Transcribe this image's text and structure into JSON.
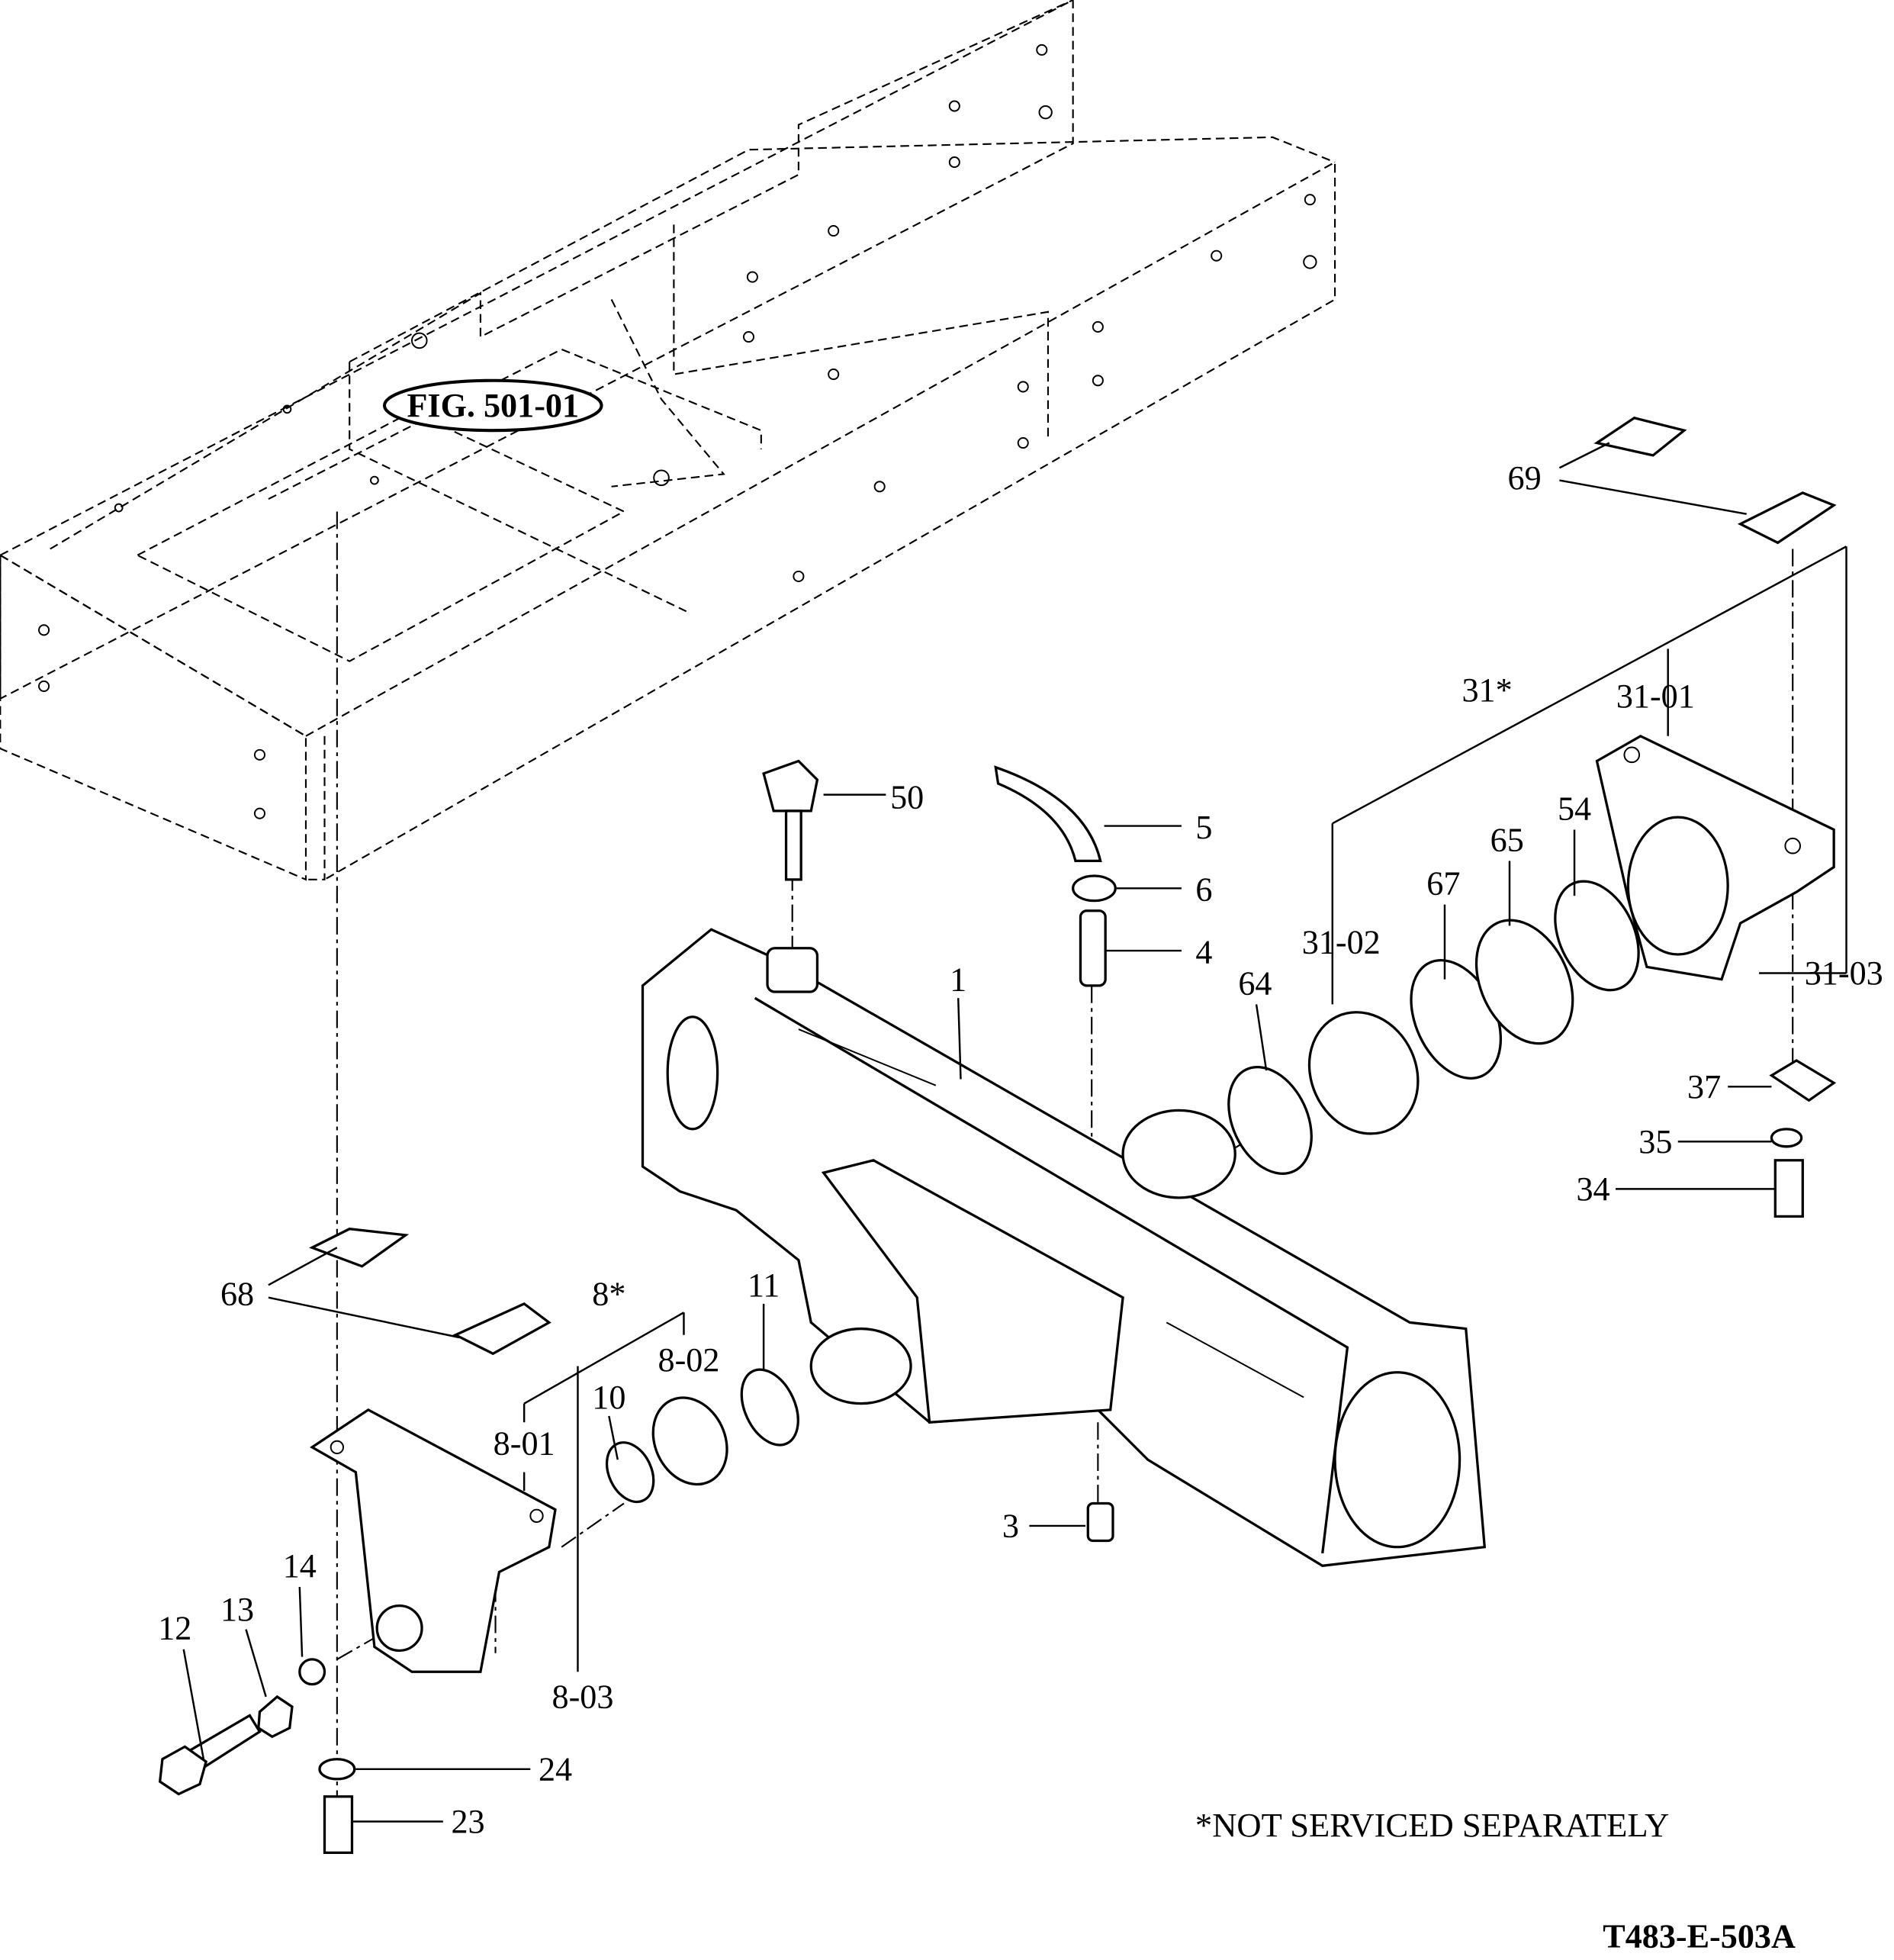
{
  "figure_ref": "FIG. 501-01",
  "callouts": {
    "c1": "1",
    "c3": "3",
    "c4": "4",
    "c5": "5",
    "c6": "6",
    "c8": "8*",
    "c8_01": "8-01",
    "c8_02": "8-02",
    "c8_03": "8-03",
    "c10": "10",
    "c11": "11",
    "c12": "12",
    "c13": "13",
    "c14": "14",
    "c23": "23",
    "c24": "24",
    "c31": "31*",
    "c31_01": "31-01",
    "c31_02": "31-02",
    "c31_03": "31-03",
    "c34": "34",
    "c35": "35",
    "c37": "37",
    "c50": "50",
    "c54": "54",
    "c64": "64",
    "c65": "65",
    "c67": "67",
    "c68": "68",
    "c69": "69"
  },
  "note": "*NOT SERVICED SEPARATELY",
  "drawing_id": "T483-E-503A"
}
